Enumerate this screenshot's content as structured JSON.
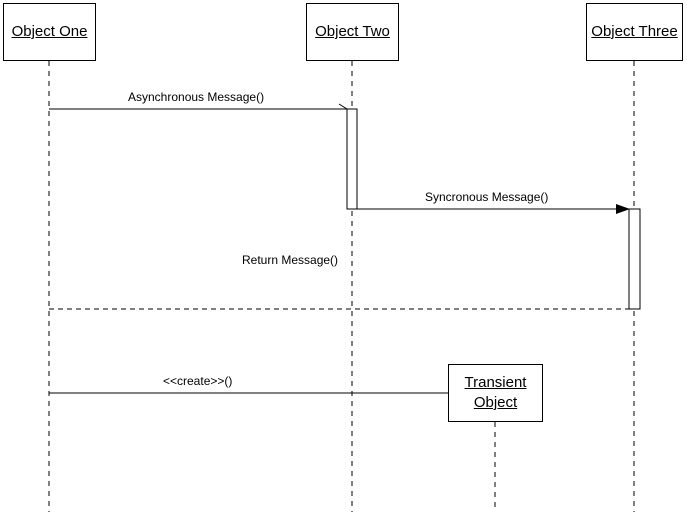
{
  "diagram": {
    "type": "sequence",
    "colors": {
      "line": "#000000",
      "box_fill": "#ffffff",
      "background": "#ffffff"
    },
    "objects": [
      {
        "id": "object-one",
        "label": "Object One"
      },
      {
        "id": "object-two",
        "label": "Object Two"
      },
      {
        "id": "object-three",
        "label": "Object Three"
      },
      {
        "id": "transient-object",
        "label_line1": "Transient",
        "label_line2": "Object"
      }
    ],
    "messages": [
      {
        "id": "async",
        "label": "Asynchronous Message()",
        "from": "object-one",
        "to": "object-two",
        "kind": "asynchronous"
      },
      {
        "id": "sync",
        "label": "Syncronous Message()",
        "from": "object-two",
        "to": "object-three",
        "kind": "synchronous"
      },
      {
        "id": "return",
        "label": "Return Message()",
        "from": "object-three",
        "to": "object-one",
        "kind": "return"
      },
      {
        "id": "create",
        "label": "<<create>>()",
        "from": "object-one",
        "to": "transient-object",
        "kind": "create"
      }
    ]
  }
}
